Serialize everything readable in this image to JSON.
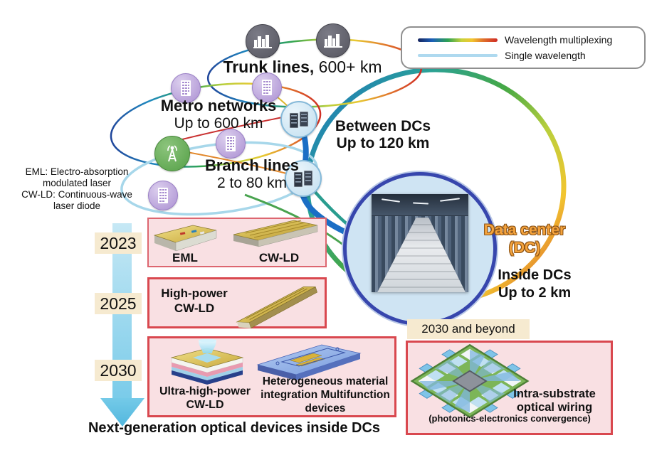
{
  "legend": {
    "items": [
      {
        "name": "wavelength-multiplexing",
        "label": "Wavelength multiplexing",
        "line_style": "rainbow-gradient"
      },
      {
        "name": "single-wavelength",
        "label": "Single wavelength",
        "line_style": "light-blue"
      }
    ]
  },
  "network": {
    "trunk": {
      "name": "Trunk lines,",
      "distance": "600+ km"
    },
    "metro": {
      "name": "Metro networks",
      "distance": "Up to 600 km"
    },
    "branch": {
      "name": "Branch lines",
      "distance": "2 to 80 km"
    },
    "between_dcs": {
      "line1": "Between DCs",
      "line2": "Up to 120 km"
    },
    "data_center": {
      "title_line1": "Data center",
      "title_line2": "(DC)",
      "inside_line1": "Inside DCs",
      "inside_line2": "Up to 2 km"
    }
  },
  "abbreviations": {
    "lines": [
      "EML: Electro-absorption",
      "modulated laser",
      "CW-LD: Continuous-wave",
      "laser diode"
    ]
  },
  "timeline": {
    "years": [
      "2023",
      "2025",
      "2030"
    ],
    "rows": [
      {
        "year": "2023",
        "devices": [
          {
            "label": "EML"
          },
          {
            "label": "CW-LD"
          }
        ]
      },
      {
        "year": "2025",
        "devices": [
          {
            "label": "High-power CW-LD"
          }
        ]
      },
      {
        "year": "2030",
        "devices": [
          {
            "label": "Ultra-high-power CW-LD"
          },
          {
            "label": "Heterogeneous material integration Multifunction devices"
          }
        ]
      }
    ],
    "footer": "Next-generation optical devices inside DCs"
  },
  "future": {
    "title": "2030 and beyond",
    "device_label": "Intra-substrate optical wiring",
    "device_sublabel": "(photonics-electronics convergence)"
  },
  "icons": {
    "city-icon": "white city skyline in dark circle",
    "office-building-icon": "white building in purple circle",
    "antenna-icon": "white radio tower in green circle",
    "server-rack-icon": "dark server racks in light-blue circle",
    "data-center-photo": "server room aisle photo"
  },
  "colors": {
    "box_background": "#f9e0e3",
    "box_border": "#d9484f",
    "timeline_arrow": "#79cbe9",
    "year_background": "#f6ead0",
    "dc_circle_border": "#3746ad",
    "dc_title_orange": "#f5a33c",
    "single_wavelength": "#aed9ef",
    "rainbow_stops": [
      "#16245e",
      "#1b5fb8",
      "#2fa352",
      "#c8d23b",
      "#f2c530",
      "#e0722b",
      "#cf2a25"
    ]
  }
}
